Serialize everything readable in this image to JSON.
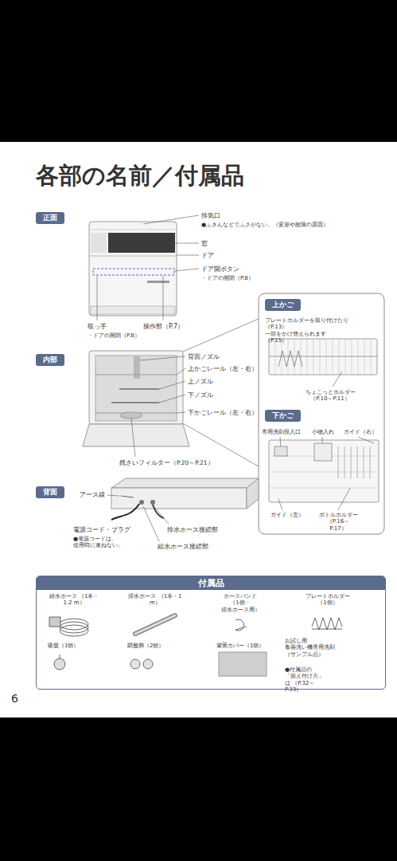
{
  "diagram": {
    "title": "各部の名前／付属品",
    "nodes": [
      {
        "text": [
          "正面"
        ]
      },
      {
        "text": [
          "内部"
        ]
      },
      {
        "text": [
          "背面"
        ]
      },
      {
        "text": [
          "上かご"
        ]
      },
      {
        "text": [
          "下かご"
        ]
      },
      {
        "text": [
          "付属品"
        ]
      }
    ],
    "labels": [
      "排気口",
      "●ふきんなどでふさがない。（変形や故障の原因）",
      "窓",
      "ドア",
      "ドア開ボタン",
      "・ドアの開閉（P.8）",
      "取っ手",
      "・ドアの開閉（P.8）",
      "操作部（P.7）",
      "背面ノズル",
      "上かごレール（左・右）",
      "上ノズル",
      "下ノズル",
      "下かごレール（左・右）",
      "残さいフィルター（P.20～P.21）",
      "プレートホルダーを取り付けたり（P.13） 一部をかけ替えられます（P.15）",
      "ちょこっとホルダー （P.10～P.11）",
      "専用洗剤投入口",
      "小物入れ",
      "ガイド（右）",
      "ガイド（左）",
      "ボトルホルダー （P.16～P.17）",
      "アース線",
      "電源コード・プラグ",
      "●電源コードは、 使用時に束ねない。",
      "排水ホース接続部",
      "給水ホース接続部",
      "給水ホース （1本・1.2 m）",
      "排水ホース （1本・1 m）",
      "ホースバンド （1個・排水ホース用）",
      "プレートホルダー （1個）",
      "吸盤（1個）",
      "調整脚（2個）",
      "背面カバー（1個）",
      "お試し用 食器洗い機専用洗剤 （サンプル品）",
      "●付属品の「据え付け方」は （P.32～P.33）",
      "6"
    ]
  }
}
